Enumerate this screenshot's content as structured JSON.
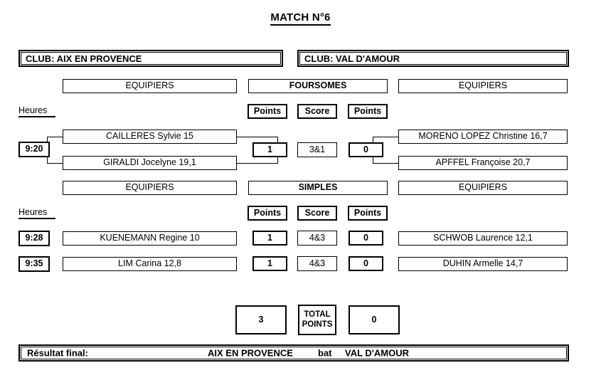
{
  "title": "MATCH N°6",
  "clubs": {
    "home": "CLUB: AIX EN PROVENCE",
    "away": "CLUB: VAL D'AMOUR"
  },
  "labels": {
    "equipiers": "EQUIPIERS",
    "heures": "Heures",
    "points": "Points",
    "score": "Score",
    "total_points_line1": "TOTAL",
    "total_points_line2": "POINTS",
    "result_label": "Résultat final:",
    "bat": "bat"
  },
  "foursomes": {
    "header": "FOURSOMES",
    "match": {
      "time": "9:20",
      "home_players": [
        "CAILLERES Sylvie  15",
        "GIRALDI Jocelyne  19,1"
      ],
      "home_points": "1",
      "score": "3&1",
      "away_points": "0",
      "away_players": [
        "MORENO LOPEZ Christine  16,7",
        "APFFEL Françoise  20,7"
      ]
    }
  },
  "simples": {
    "header": "SIMPLES",
    "matches": [
      {
        "time": "9:28",
        "home_player": "KUENEMANN Regine  10",
        "home_points": "1",
        "score": "4&3",
        "away_points": "0",
        "away_player": "SCHWOB Laurence  12,1"
      },
      {
        "time": "9:35",
        "home_player": "LIM Carina  12,8",
        "home_points": "1",
        "score": "4&3",
        "away_points": "0",
        "away_player": "DUHIN Armelle  14,7"
      }
    ]
  },
  "totals": {
    "home": "3",
    "away": "0"
  },
  "result": {
    "winner": "AIX EN PROVENCE",
    "loser": "VAL D'AMOUR"
  }
}
